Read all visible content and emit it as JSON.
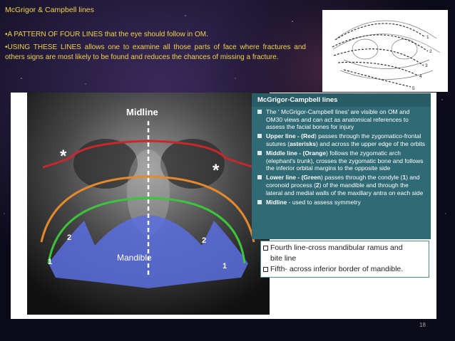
{
  "slide": {
    "title": "McGrigor & Campbell lines",
    "bullet1": "•A PATTERN OF FOUR LINES that the eye should follow in OM.",
    "bullet2": "•USING THESE LINES allows one to examine all those parts of face where fractures and others signs are most likely to be found and reduces the chances of missing a fracture.",
    "page_number": "18"
  },
  "xray": {
    "midline_label": "Midline",
    "mandible_label": "Mandible",
    "marker_1_left": "1",
    "marker_2_left": "2",
    "marker_2_right": "2",
    "marker_1_right": "1",
    "asterisk_left": "*",
    "asterisk_right": "*",
    "colors": {
      "red": "#c8282c",
      "orange": "#e58a2c",
      "green": "#3cc43c",
      "mandible": "#5a6fe0"
    }
  },
  "diagram": {
    "line_numbers": [
      "1",
      "2",
      "3",
      "4",
      "5"
    ]
  },
  "panel": {
    "heading": "McGrigor-Campbell lines",
    "items": [
      {
        "text": "The ' McGrigor-Campbell lines' are visible on OM and OM30 views and can act as anatomical references to assess the facial bones for injury"
      },
      {
        "lead": "Upper line - (",
        "key": "Red",
        "rest": ") passes through the zygomatico-frontal sutures (",
        "key2": "asterisks",
        "rest2": ") and across the upper edge of the orbits"
      },
      {
        "lead": "Middle line - (",
        "key": "Orange",
        "rest": ") follows the zygomatic arch (elephant's trunk), crosses the zygomatic bone and follows the inferior orbital margins to the opposite side"
      },
      {
        "lead": "Lower line - (",
        "key": "Green",
        "rest": ") passes through the condyle (",
        "key2": "1",
        "rest2": ") and coronoid process (",
        "key3": "2",
        "rest3": ") of the mandible and through the lateral and medial walls of the maxillary antra on each side"
      },
      {
        "lead": "Midline",
        "rest": " - used to assess symmetry"
      }
    ]
  },
  "notes": {
    "line1": "Fourth line-cross mandibular ramus and",
    "line2": "bite line",
    "line3": "Fifth- across inferior border of mandible."
  }
}
